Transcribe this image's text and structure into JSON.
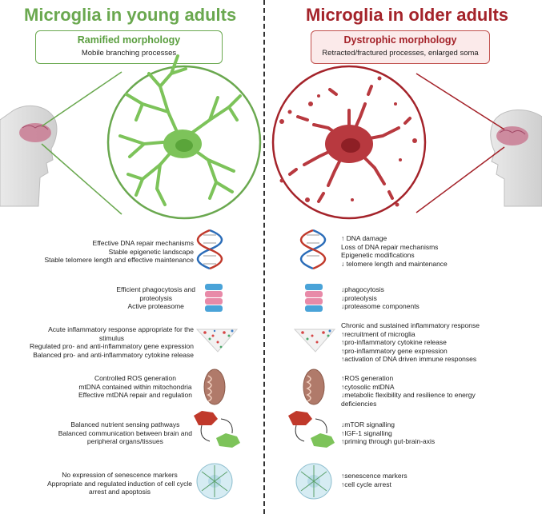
{
  "young": {
    "title": "Microglia in young adults",
    "morph_title": "Ramified morphology",
    "morph_sub": "Mobile branching processes",
    "rows": [
      [
        "Effective DNA repair mechanisms",
        "Stable epigenetic landscape",
        "Stable telomere length and effective maintenance"
      ],
      [
        "Efficient phagocytosis and",
        "proteolysis",
        "Active proteasome"
      ],
      [
        "Acute inflammatory response appropriate for the",
        "stimulus",
        "Regulated pro- and anti-inflammatory gene expression",
        "Balanced pro- and anti-inflammatory cytokine release"
      ],
      [
        "Controlled ROS generation",
        "mtDNA contained within mitochondria",
        "Effective mtDNA repair and regulation"
      ],
      [
        "Balanced nutrient sensing pathways",
        "Balanced communication between brain and",
        "peripheral organs/tissues"
      ],
      [
        "No expression of senescence markers",
        "Appropriate and regulated induction of cell cycle",
        "arrest and apoptosis"
      ]
    ]
  },
  "old": {
    "title": "Microglia in older adults",
    "morph_title": "Dystrophic morphology",
    "morph_sub": "Retracted/fractured processes, enlarged soma",
    "rows": [
      [
        "↑ DNA damage",
        "Loss of DNA repair mechanisms",
        "Epigenetic modifications",
        "↓ telomere length and maintenance"
      ],
      [
        "↓phagocytosis",
        "↓proteolysis",
        "↓proteasome components"
      ],
      [
        "Chronic and sustained inflammatory response",
        "↑recruitment of microglia",
        "↑pro-inflammatory cytokine release",
        "↑pro-inflammatory gene expression",
        "↑activation of DNA driven immune responses"
      ],
      [
        "↑ROS generation",
        "↑cytosolic mtDNA",
        "↓metabolic flexibility and resilience to energy",
        "deficiencies"
      ],
      [
        "↓mTOR signalling",
        "↑IGF-1 signalling",
        "↑priming through gut-brain-axis"
      ],
      [
        "↑senescence markers",
        "↑cell cycle arrest"
      ]
    ]
  },
  "colors": {
    "young_accent": "#6aa84f",
    "old_accent": "#a4232a",
    "young_cell": "#7dc35a",
    "old_cell": "#b8393f"
  },
  "icons": [
    "brain-head-icon",
    "microglia-cell-icon",
    "dna-icon",
    "proteasome-icon",
    "inflammation-icon",
    "mitochondrion-icon",
    "nutrient-cells-icon",
    "senescent-cell-icon"
  ]
}
